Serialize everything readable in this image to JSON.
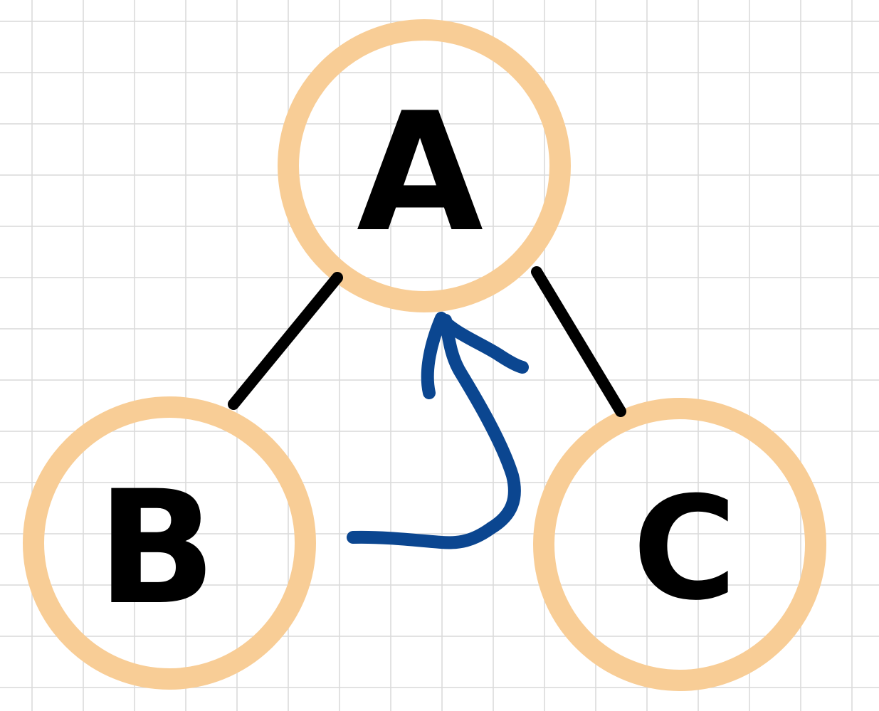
{
  "diagram": {
    "background": "#ffffff",
    "grid_color": "#d9d9d9",
    "node_ring_color": "#f8cd96",
    "edge_color": "#000000",
    "arrow_color": "#0b4690",
    "nodes": [
      {
        "id": "A",
        "label": "A"
      },
      {
        "id": "B",
        "label": "B"
      },
      {
        "id": "C",
        "label": "C"
      }
    ],
    "edges": [
      {
        "from": "A",
        "to": "B"
      },
      {
        "from": "A",
        "to": "C"
      }
    ],
    "annotation": {
      "type": "curved-arrow",
      "from": "B",
      "to": "A"
    }
  }
}
